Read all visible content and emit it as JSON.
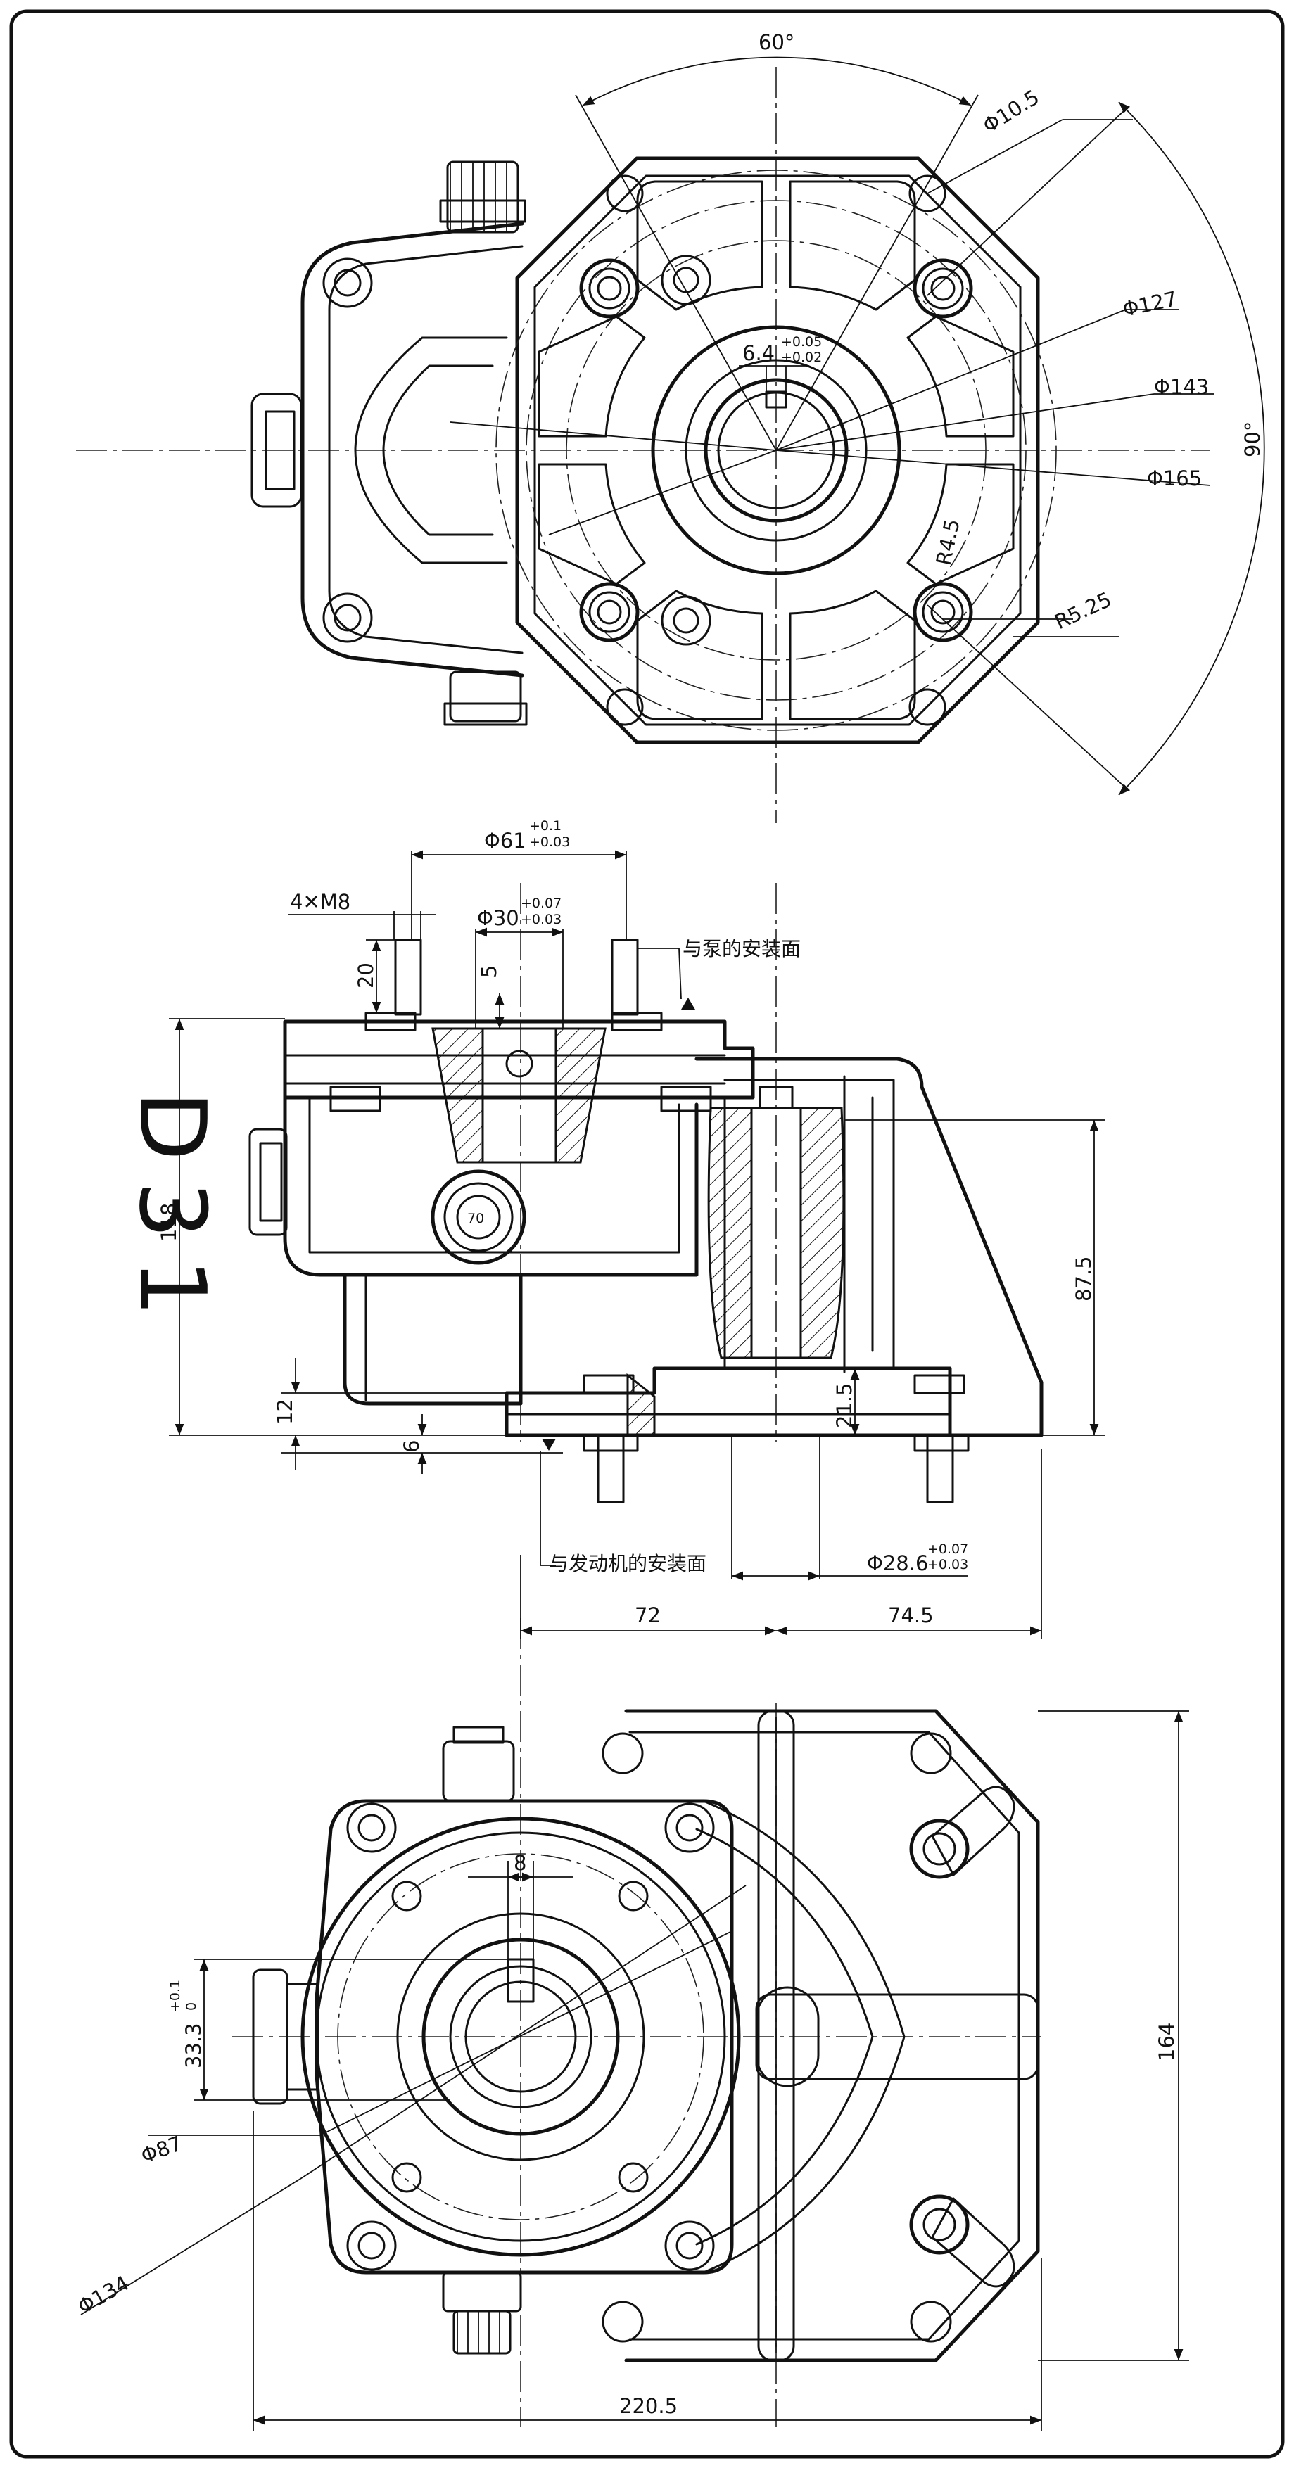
{
  "model_label": "D31",
  "top_view": {
    "angle_top": "60°",
    "angle_right": "90°",
    "hole_dia": "Φ10.5",
    "bolt_circle_1": "Φ127",
    "bolt_circle_2": "Φ143",
    "outer_dia": "Φ165",
    "key_width": "6.4",
    "key_tol_upper": "+0.05",
    "key_tol_lower": "+0.02",
    "radius_small": "R4.5",
    "radius_large": "R5.25"
  },
  "side_view": {
    "pilot_dia": "Φ61",
    "pilot_tol_upper": "+0.1",
    "pilot_tol_lower": "+0.03",
    "thread_spec": "4✕M8",
    "bore_dia": "Φ30",
    "bore_tol_upper": "+0.07",
    "bore_tol_lower": "+0.03",
    "stud_len": "20",
    "depth": "5",
    "pump_face_note": "与泵的安装面",
    "height_total": "118",
    "height_right": "87.5",
    "dim_12": "12",
    "dim_6": "6",
    "dim_21_5": "21.5",
    "engine_face_note": "与发动机的安装面",
    "shaft_dia": "Φ28.6",
    "shaft_tol_upper": "+0.07",
    "shaft_tol_lower": "+0.03",
    "offset_left": "72",
    "offset_right": "74.5"
  },
  "bottom_view": {
    "key_width": "8",
    "key_depth": "33.3",
    "key_tol_upper": "+0.1",
    "key_tol_lower": "0",
    "pcd_small": "Φ87",
    "pcd_large": "Φ134",
    "height": "164",
    "width_total": "220.5"
  }
}
